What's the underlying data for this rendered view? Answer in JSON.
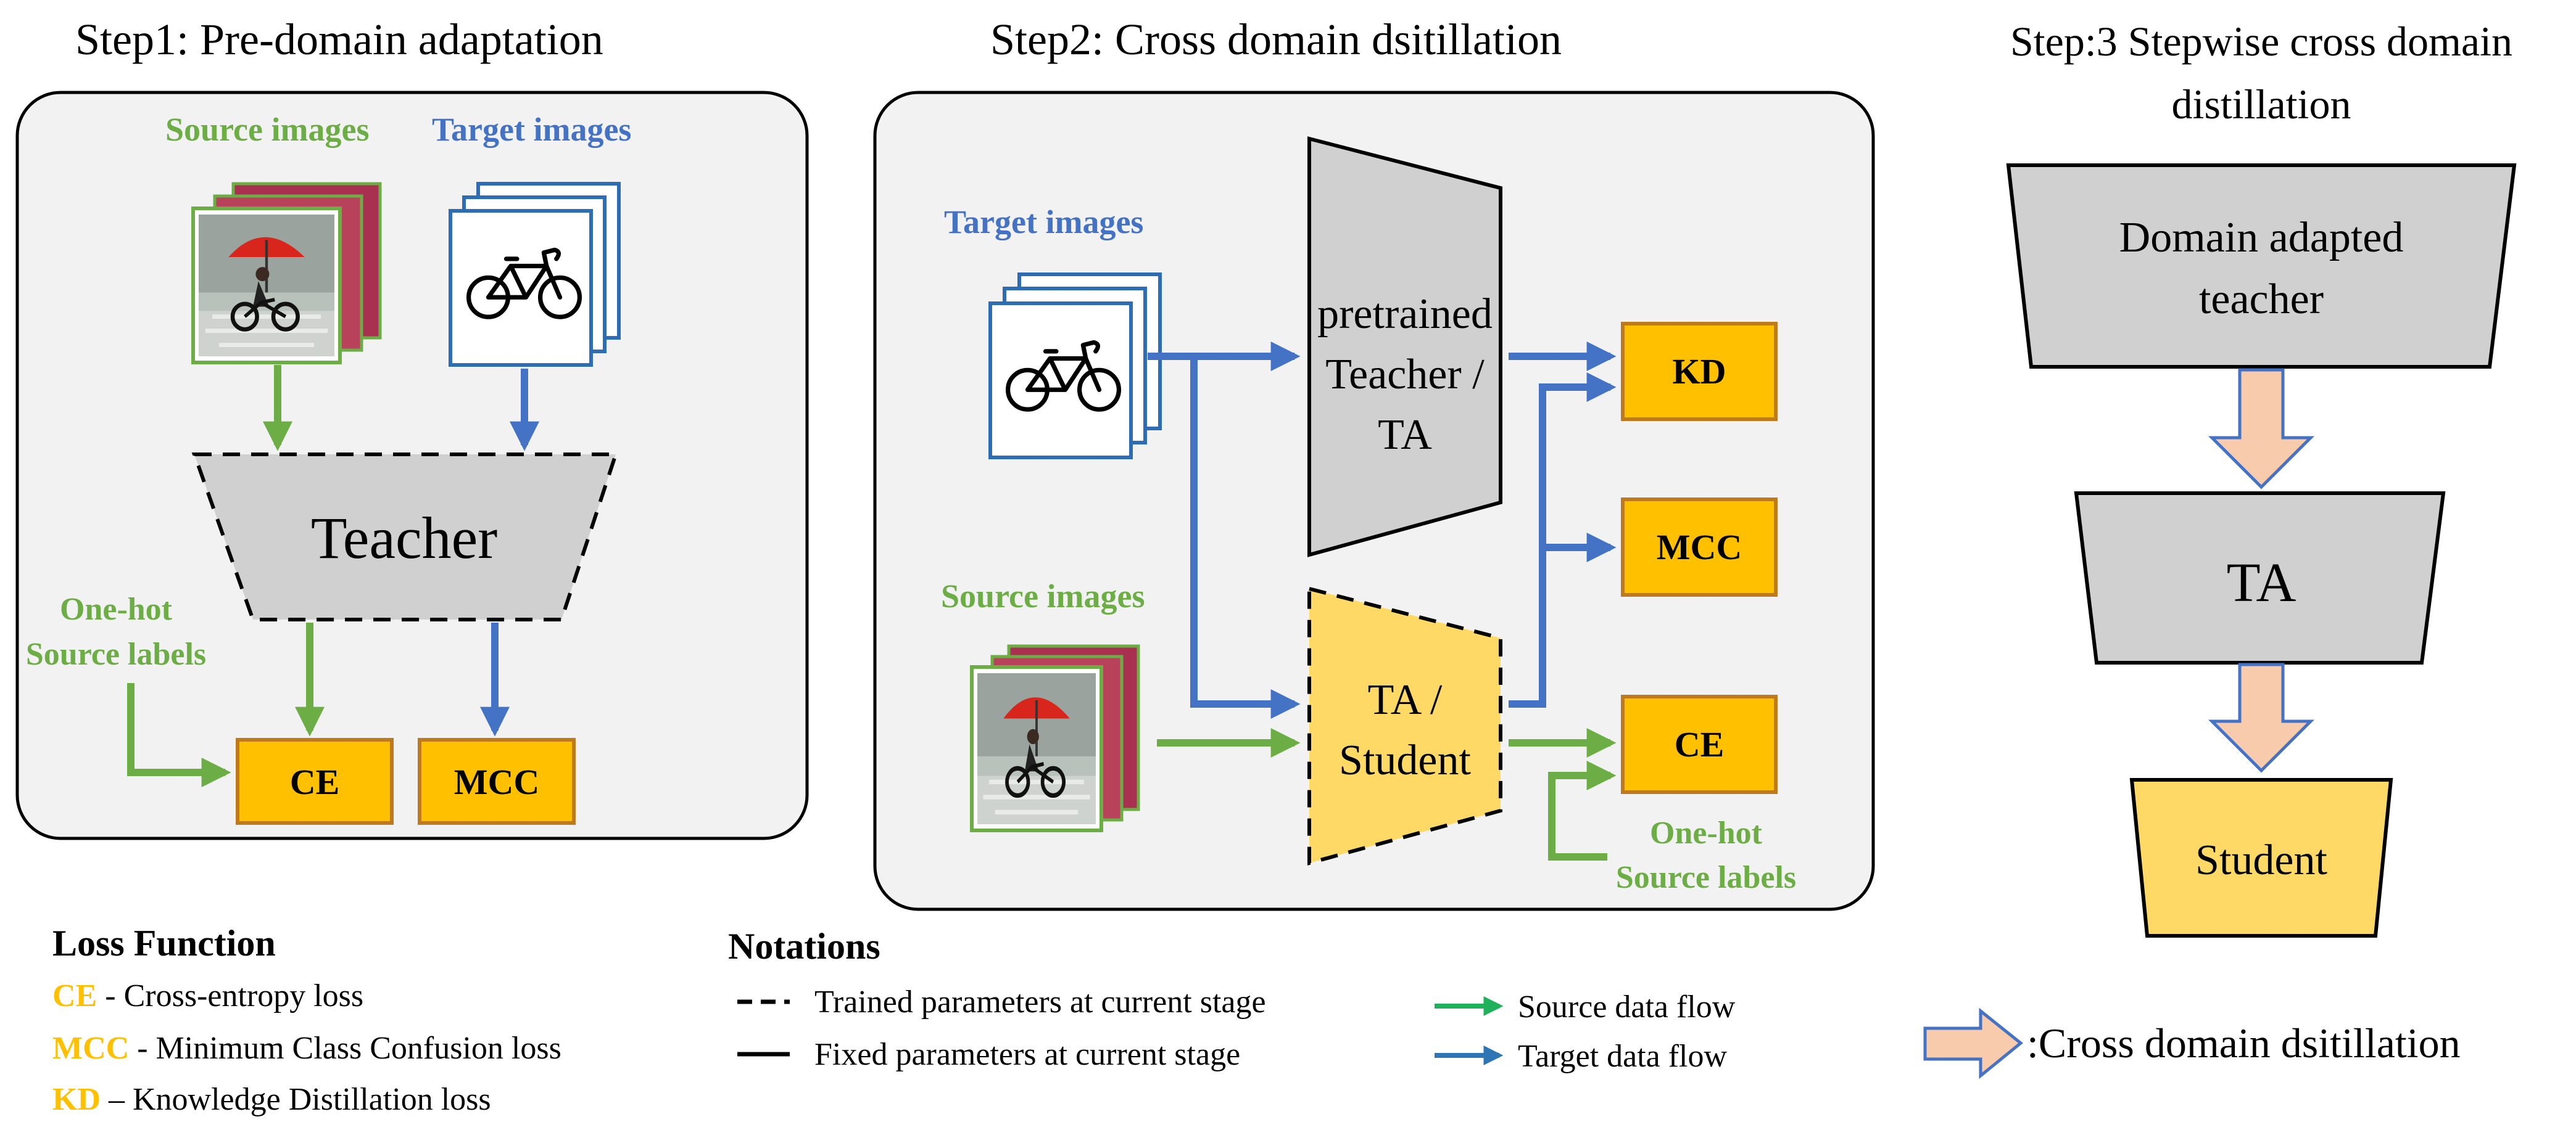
{
  "step1": {
    "title": "Step1: Pre-domain adaptation",
    "source_images_label": "Source images",
    "target_images_label": "Target images",
    "teacher_label": "Teacher",
    "onehot_label_line1": "One-hot",
    "onehot_label_line2": "Source labels",
    "ce_label": "CE",
    "mcc_label": "MCC"
  },
  "step2": {
    "title": "Step2: Cross domain dsitillation",
    "target_images_label": "Target images",
    "source_images_label": "Source images",
    "teacher_line1": "pretrained",
    "teacher_line2": "Teacher /",
    "teacher_line3": "TA",
    "student_line1": "TA /",
    "student_line2": "Student",
    "kd_label": "KD",
    "mcc_label": "MCC",
    "ce_label": "CE",
    "onehot_label_line1": "One-hot",
    "onehot_label_line2": "Source labels"
  },
  "step3": {
    "title_line1": "Step:3 Stepwise cross domain",
    "title_line2": "distillation",
    "teacher_line1": "Domain adapted",
    "teacher_line2": "teacher",
    "ta_label": "TA",
    "student_label": "Student"
  },
  "loss": {
    "heading": "Loss Function",
    "items": [
      {
        "abbr": "CE",
        "sep": " - ",
        "desc": "Cross-entropy loss"
      },
      {
        "abbr": "MCC",
        "sep": " - ",
        "desc": "Minimum Class Confusion loss"
      },
      {
        "abbr": "KD",
        "sep": " – ",
        "desc": "Knowledge Distillation loss"
      }
    ]
  },
  "notations": {
    "heading": "Notations",
    "dashed": "Trained parameters at current stage",
    "solid": "Fixed parameters at current stage",
    "source_flow": "Source data flow",
    "target_flow": "Target data flow"
  },
  "legend_distill": ":Cross domain dsitillation",
  "colors": {
    "green": "#6DAD46",
    "blue": "#4472C4",
    "orange_box": "#FFC000",
    "orange_border": "#C07A1E",
    "yellow_student": "#FFD966",
    "gray": "#D0D0D0",
    "peach": "#F8CBAD",
    "peach_border": "#4472C4",
    "legend_green": "#1FB25A",
    "legend_blue": "#2E75B6"
  }
}
